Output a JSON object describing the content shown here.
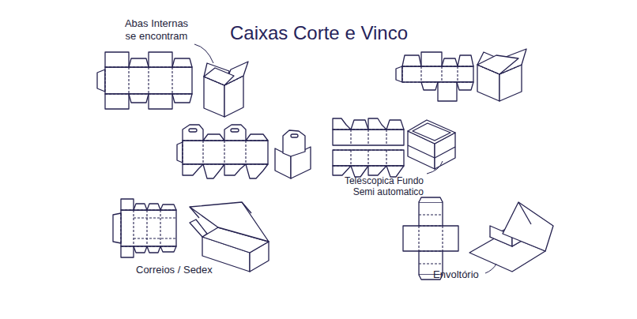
{
  "diagram": {
    "title": "Caixas Corte e Vinco",
    "labels": [
      "Abas Internas se encontram",
      "Telescopica Fundo Semi automatico",
      "Correios / Sedex",
      "Envoltório"
    ]
  }
}
